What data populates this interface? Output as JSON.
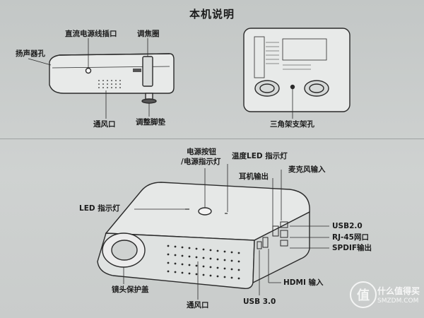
{
  "title": "本机说明",
  "top_left": {
    "labels": {
      "dc_port": "直流电源线插口",
      "focus_ring": "调焦圈",
      "speaker": "扬声器孔",
      "vent": "通风口",
      "adjust_foot": "调整脚垫"
    }
  },
  "top_right": {
    "labels": {
      "tripod_hole": "三角架支架孔"
    }
  },
  "bottom": {
    "labels": {
      "power_button": "电源按钮",
      "power_indicator": "/电源指示灯",
      "temp_led": "温度LED 指示灯",
      "headphone": "耳机输出",
      "mic": "麦克风输入",
      "led_indicator": "LED 指示灯",
      "usb2": "USB2.0",
      "rj45": "RJ-45网口",
      "spdif": "SPDIF输出",
      "hdmi": "HDMI 输入",
      "lens_cover": "镜头保护盖",
      "usb3": "USB 3.0",
      "vent": "通风口"
    }
  },
  "watermark": {
    "logo_glyph": "值",
    "text": "什么值得买",
    "site": "SMZDM.COM"
  }
}
